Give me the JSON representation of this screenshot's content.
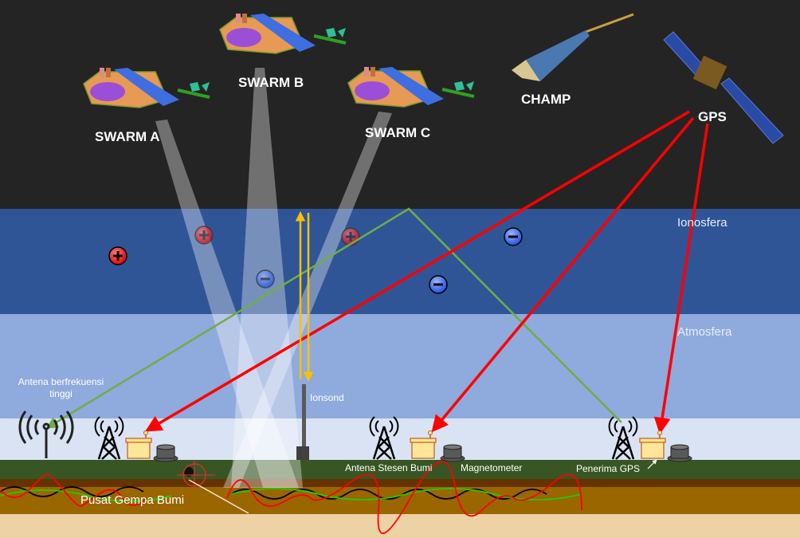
{
  "satellites": {
    "swarm_a": "SWARM A",
    "swarm_b": "SWARM B",
    "swarm_c": "SWARM C",
    "champ": "CHAMP",
    "gps": "GPS"
  },
  "layers": {
    "ionosphere": "Ionosfera",
    "atmosphere": "Atmosfera"
  },
  "ground": {
    "hf_antenna": "Antena berfrekuensi tinggi",
    "ionosonde": "Ionsond",
    "ground_station_antenna": "Antena Stesen Bumi",
    "magnetometer": "Magnetometer",
    "gps_receiver": "Penerima GPS",
    "epicenter": "Pusat Gempa Bumi"
  },
  "colors": {
    "space": "#242424",
    "ionosphere": "#2f5597",
    "atmosphere": "#8faadc",
    "near_surface": "#dae3f3",
    "grass": "#375623",
    "soil_top": "#663300",
    "soil": "#996600",
    "bedrock": "#edd2a6",
    "gps_signal": "#ff0000",
    "hf_signal": "#70ad47",
    "ionosonde_signal": "#ffc000"
  }
}
